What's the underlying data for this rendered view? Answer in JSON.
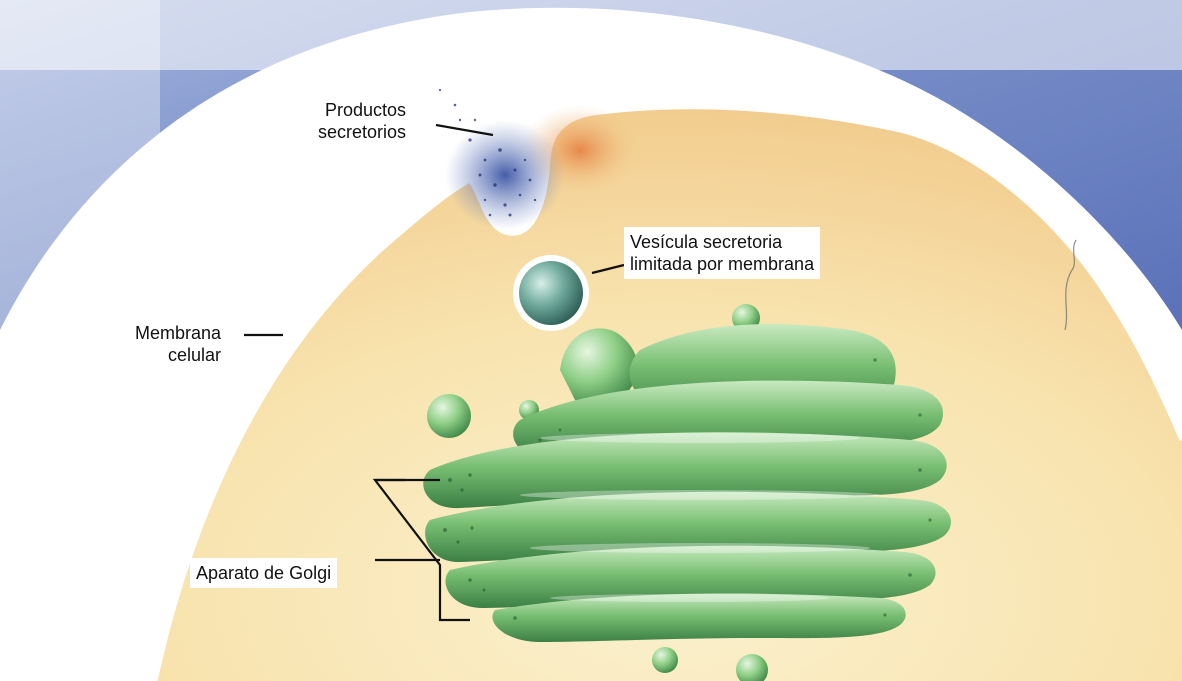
{
  "labels": {
    "secretory_products": {
      "line1": "Productos",
      "line2": "secretorios"
    },
    "secretory_vesicle": {
      "line1": "Vesícula secretoria",
      "line2": "limitada por membrana"
    },
    "cell_membrane": {
      "line1": "Membrana",
      "line2": "celular"
    },
    "golgi": {
      "line1": "Aparato de Golgi"
    }
  },
  "colors": {
    "extracellular": "#6f86c4",
    "cytoplasm": "#f6dca0",
    "membrane": "#ffffff",
    "secretion_spot": "#e58a4a",
    "golgi_green": "#6fb56a",
    "golgi_dark": "#2f6b3a",
    "vesicle": "#5e9a8c",
    "leader_line": "#111111"
  }
}
